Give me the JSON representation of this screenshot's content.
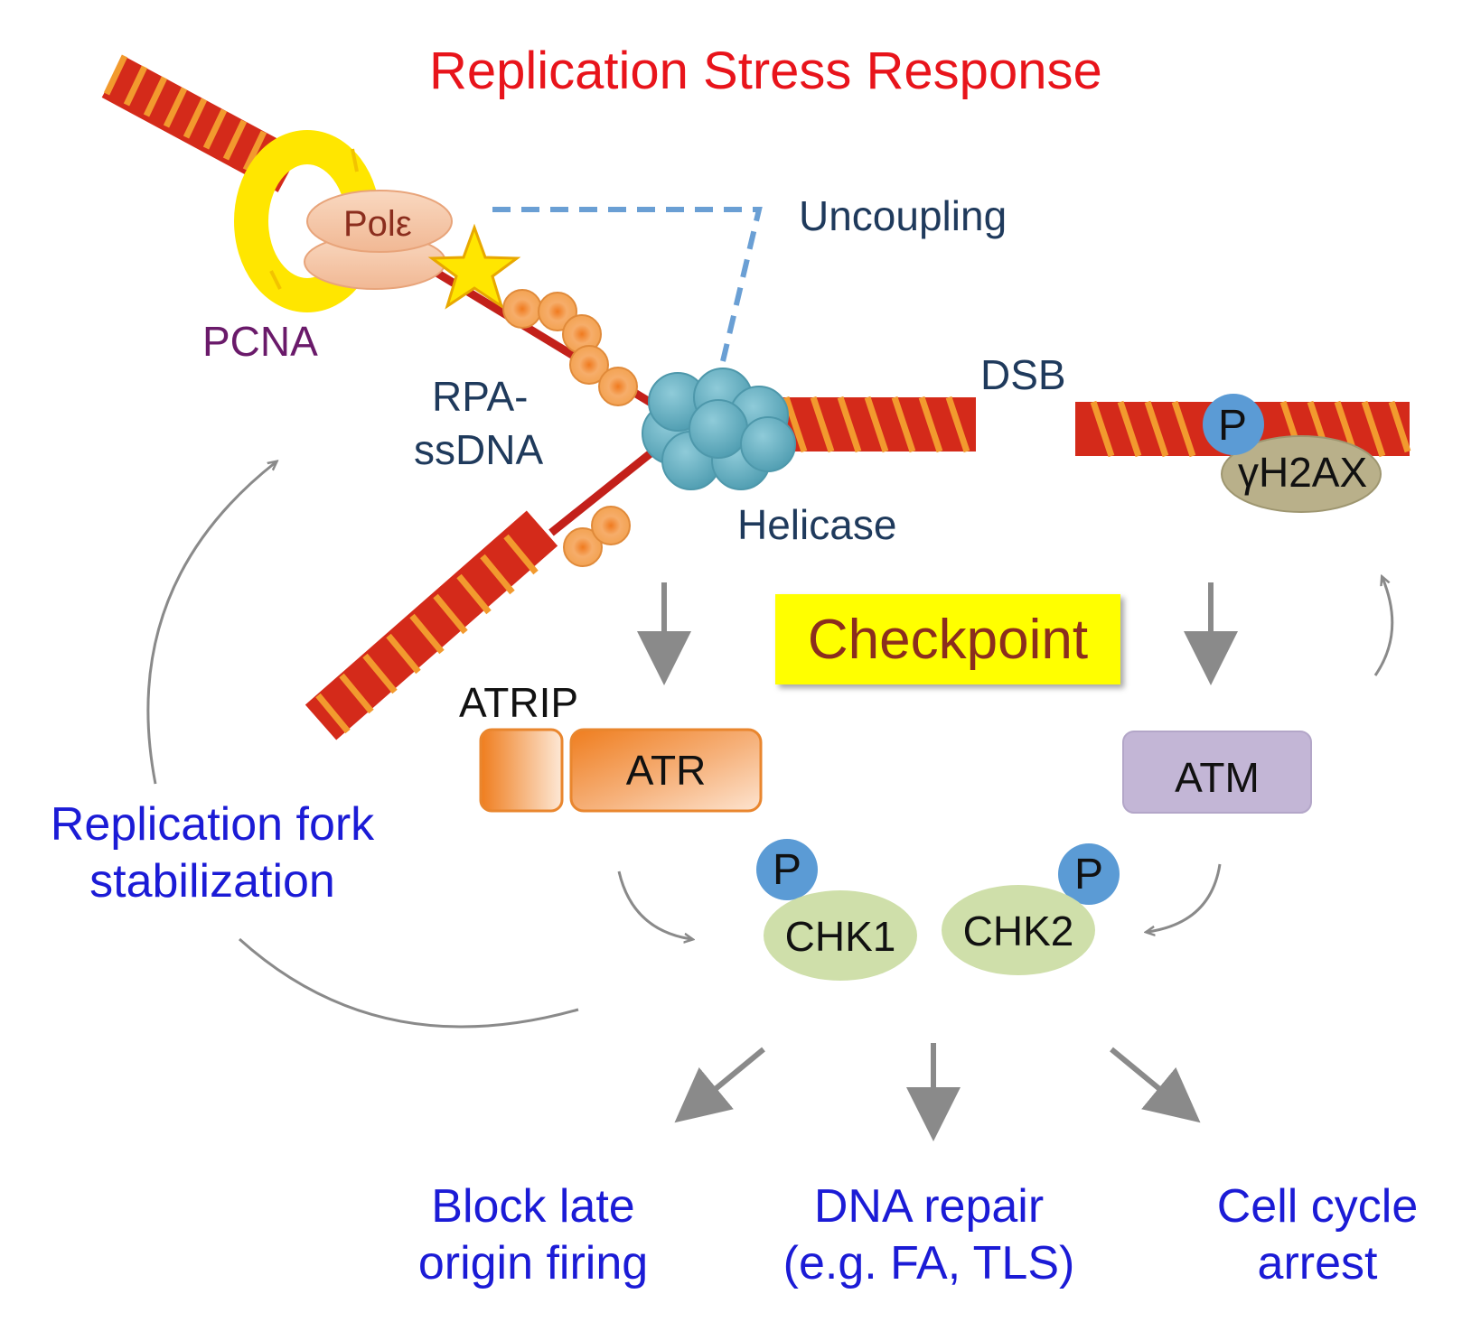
{
  "title": "Replication Stress Response",
  "labels": {
    "pcna": "PCNA",
    "pol": "Polε",
    "uncoupling": "Uncoupling",
    "rpa_line1": "RPA-",
    "rpa_line2": "ssDNA",
    "helicase": "Helicase",
    "dsb": "DSB",
    "gh2ax": "γH2AX",
    "p": "P",
    "checkpoint": "Checkpoint",
    "atrip": "ATRIP",
    "atr": "ATR",
    "atm": "ATM",
    "chk1": "CHK1",
    "chk2": "CHK2",
    "fork_line1": "Replication fork",
    "fork_line2": "stabilization"
  },
  "outcomes": [
    {
      "line1": "Block late",
      "line2": "origin firing"
    },
    {
      "line1": "DNA repair",
      "line2": "(e.g. FA, TLS)"
    },
    {
      "line1": "Cell cycle",
      "line2": "arrest"
    }
  ],
  "colors": {
    "title": "#e8141b",
    "outcome_text": "#1b1bd6",
    "label_text": "#1f3a5c",
    "dna": "#d42a1a",
    "pcna": "#ffe600",
    "rpa": "#f5a04a",
    "helicase": "#5fa9bd",
    "atr": "#f08a2c",
    "atm": "#c3b6d6",
    "chk": "#cfdfaa",
    "phospho": "#5b9bd5",
    "gh2ax": "#b9b08a",
    "checkpoint_bg": "#ffff00",
    "arrow": "#8a8a8a"
  }
}
